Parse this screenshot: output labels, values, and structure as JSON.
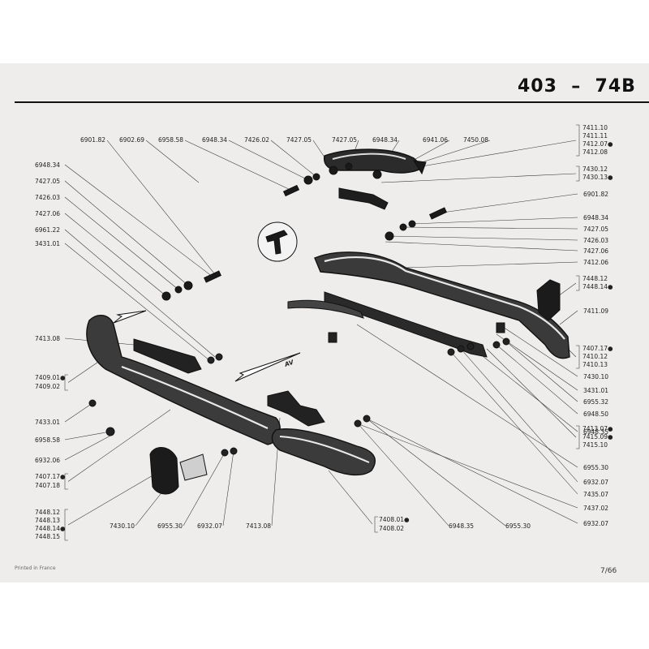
{
  "header": {
    "title": "403  –  74B"
  },
  "footer": {
    "printed": "Printed in France",
    "page": "7/66"
  },
  "top_labels": [
    "6901.82",
    "6902.69",
    "6958.58",
    "6948.34",
    "7426.02",
    "7427.05",
    "7427.05",
    "6948.34",
    "6941.06",
    "7450.08"
  ],
  "left_labels": [
    "6948.34",
    "7427.05",
    "7426.03",
    "7427.06",
    "6961.22",
    "3431.01",
    "7413.08",
    "7433.01",
    "6958.58",
    "6932.06"
  ],
  "left_groups": [
    [
      "7409.01●",
      "7409.02"
    ],
    [
      "7407.17●",
      "7407.18"
    ],
    [
      "7448.12",
      "7448.13",
      "7448.14●",
      "7448.15"
    ]
  ],
  "right_labels": [
    "6901.82",
    "6948.34",
    "7427.05",
    "7426.03",
    "7427.06",
    "7412.06",
    "7411.09",
    "7430.10",
    "3431.01",
    "6955.32",
    "6948.50",
    "6948.35",
    "6955.30",
    "6932.07",
    "7435.07",
    "7437.02",
    "6932.07"
  ],
  "right_groups": [
    [
      "7411.10",
      "7411.11",
      "7412.07●",
      "7412.08"
    ],
    [
      "7430.12",
      "7430.13●"
    ],
    [
      "7448.12",
      "7448.14●"
    ],
    [
      "7407.17●",
      "7410.12",
      "7410.13"
    ],
    [
      "7413.07●",
      "7415.09●",
      "7415.10"
    ]
  ],
  "bottom_labels": [
    "7430.10",
    "6955.30",
    "6932.07",
    "7413.08",
    "6948.35",
    "6955.30"
  ],
  "bottom_group": [
    "7408.01●",
    "7408.02"
  ],
  "arrow_text": "AV"
}
